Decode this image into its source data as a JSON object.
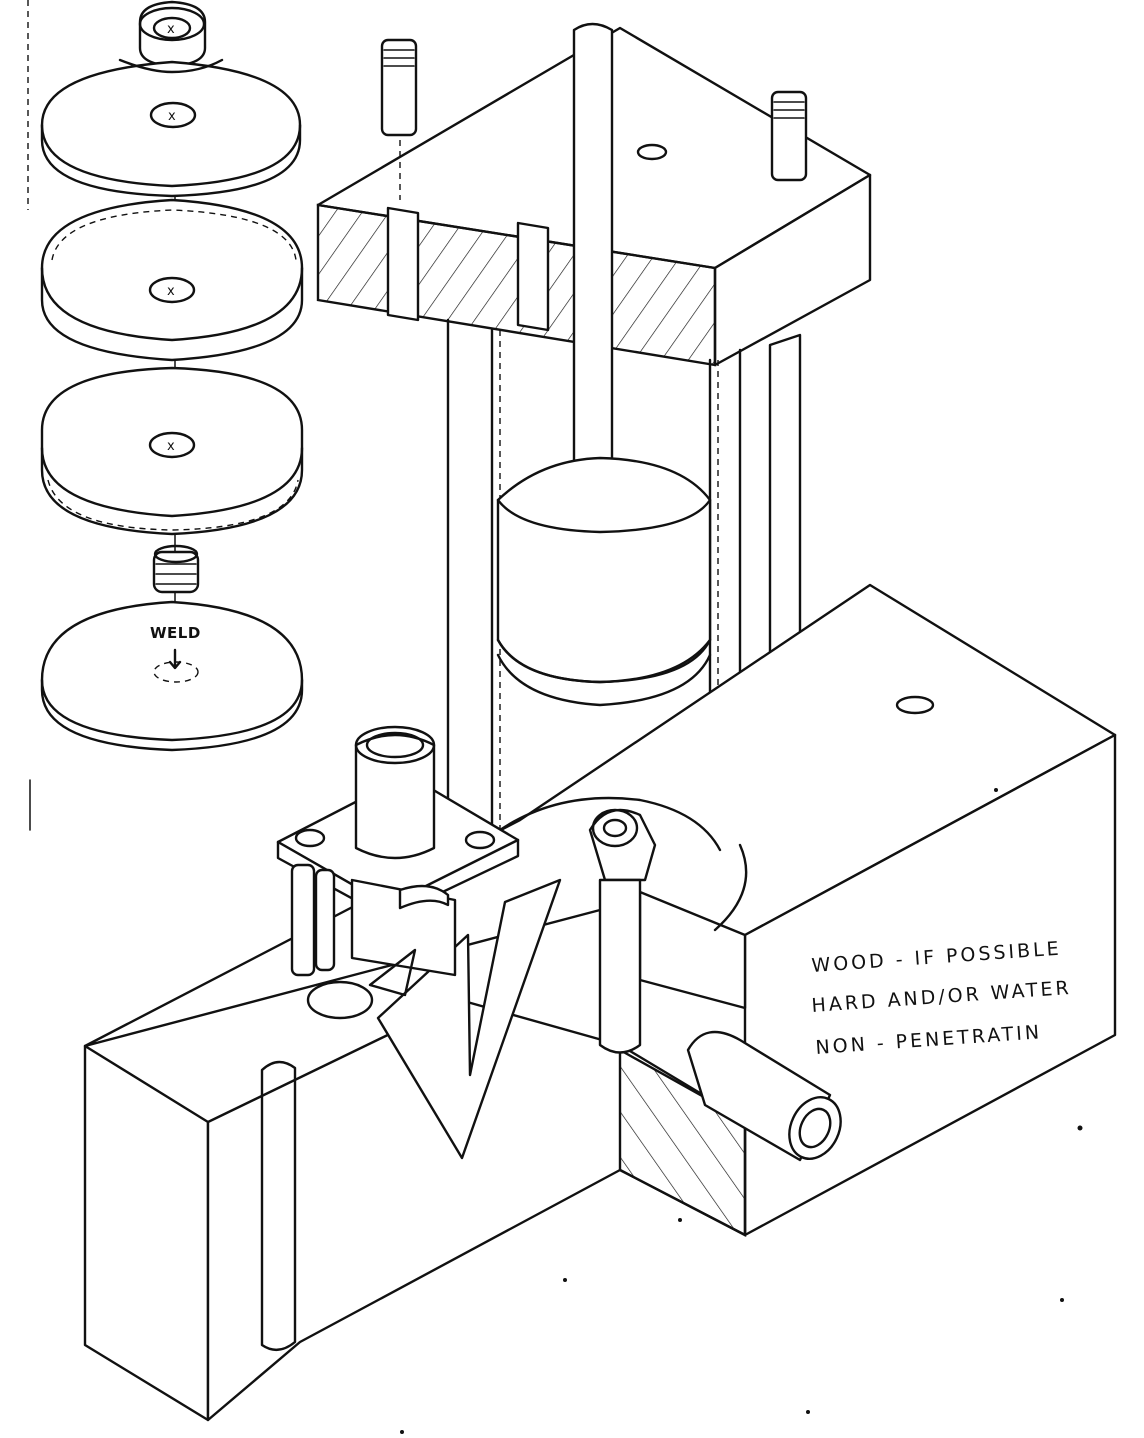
{
  "labels": {
    "weld": "WELD",
    "note_line_1": "WOOD - IF POSSIBLE",
    "note_line_2": "HARD AND/OR WATER",
    "note_line_3": "NON - PENETRATIN"
  },
  "colors": {
    "ink": "#111111",
    "paper": "#ffffff"
  }
}
